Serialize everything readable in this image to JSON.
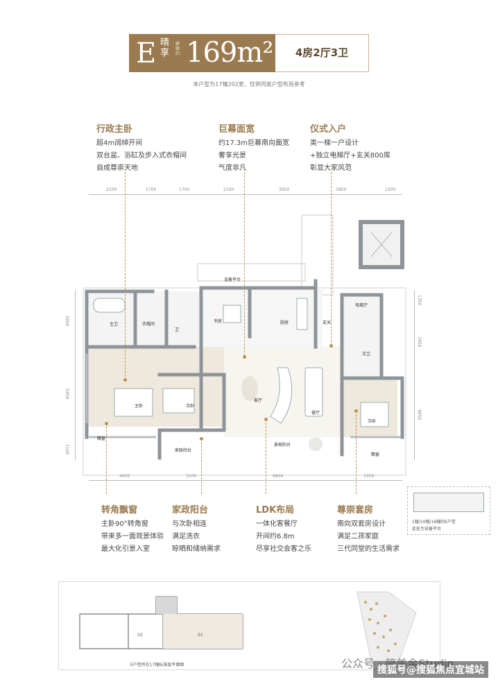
{
  "header": {
    "unit_letter": "E",
    "vertical_name": "晴享",
    "area_caption": "建面约",
    "area": "169m²",
    "layout": "4房2厅3卫"
  },
  "note": "本户型为17幢202室，仅供同类户型布局参考",
  "features_top": [
    {
      "title": "行政主卧",
      "lines": [
        "超4m阔绰开间",
        "双台盆、浴缸及步入式衣帽间",
        "自成尊崇天地"
      ]
    },
    {
      "title": "巨幕面宽",
      "lines": [
        "约17.3m巨幕南向面宽",
        "奢享光景",
        "气度非凡"
      ]
    },
    {
      "title": "仪式入户",
      "lines": [
        "类一梯一户设计",
        "+独立电梯厅+玄关800库",
        "彰显大家风范"
      ]
    }
  ],
  "features_bottom": [
    {
      "title": "转角飘窗",
      "lines": [
        "主卧90°转角窗",
        "带来多一面观景体验",
        "最大化引景入室"
      ]
    },
    {
      "title": "家政阳台",
      "lines": [
        "与次卧相连",
        "满足洗衣",
        "晾晒和储纳需求"
      ]
    },
    {
      "title": "LDK布局",
      "lines": [
        "一体化客餐厅",
        "开间约6.8m",
        "尽享社交会客之乐"
      ]
    },
    {
      "title": "尊崇套房",
      "lines": [
        "南向双套房设计",
        "满足二孩家庭",
        "三代同堂的生活需求"
      ]
    }
  ],
  "dims_top": [
    "2100",
    "1700",
    "1700",
    "2100",
    "3050",
    "2800",
    "1200"
  ],
  "dims_bottom": [
    "4050",
    "3100",
    "6850",
    "3350"
  ],
  "dims_left": [
    "2950",
    "5450",
    "1100"
  ],
  "dims_right": [
    "1350",
    "2450",
    "4850"
  ],
  "rooms": {
    "master_bath": "主卫",
    "closet": "衣帽间",
    "wc": "卫",
    "balcony_top": "设备平台",
    "study": "书房",
    "kitchen": "厨房",
    "entry": "玄关",
    "lift_hall": "电梯厅",
    "second_bath": "次卫",
    "master_bed": "主卧",
    "second_bed": "次卧",
    "living": "客厅",
    "dining": "餐厅",
    "suite_bed": "次卧",
    "bay1": "飘窗",
    "bay2": "飘窗",
    "utility_balcony": "家政阳台",
    "south_balcony": "景观阳台"
  },
  "inset_caption": [
    "1幢/10幢/16幢的E户型",
    "此处为设备平台"
  ],
  "keyplan_caption": "E户型所在17幢标准层平面图",
  "keyplan_units": [
    "02",
    "01"
  ],
  "watermark": "搜狐号@搜狐焦点宜城站",
  "watermark2": "公众号 · 简美金Studio",
  "colors": {
    "gold": "#9a7b4f",
    "wall": "#8e949a",
    "floor": "#efe9dd"
  }
}
